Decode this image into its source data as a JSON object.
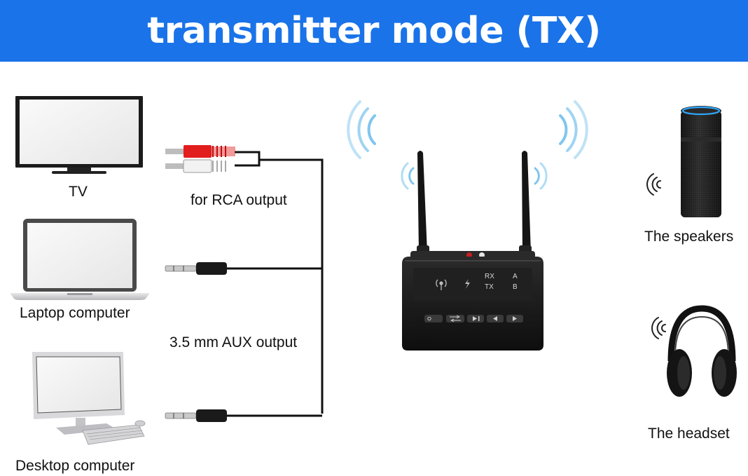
{
  "header": {
    "title": "transmitter mode (TX)"
  },
  "sources": {
    "tv": "TV",
    "laptop": "Laptop computer",
    "desktop": "Desktop computer"
  },
  "connections": {
    "rca": "for RCA output",
    "aux": "3.5 mm AUX output"
  },
  "device": {
    "indicators": {
      "rx": "RX",
      "tx": "TX",
      "a": "A",
      "b": "B"
    },
    "buttons": [
      "mode-button",
      "swap-button",
      "play-pause-button",
      "prev-button",
      "next-button"
    ]
  },
  "outputs": {
    "speakers": "The speakers",
    "headset": "The headset"
  },
  "colors": {
    "banner": "#1a73e8",
    "wave": "#7fc6ee",
    "device": "#1c1c1c"
  }
}
